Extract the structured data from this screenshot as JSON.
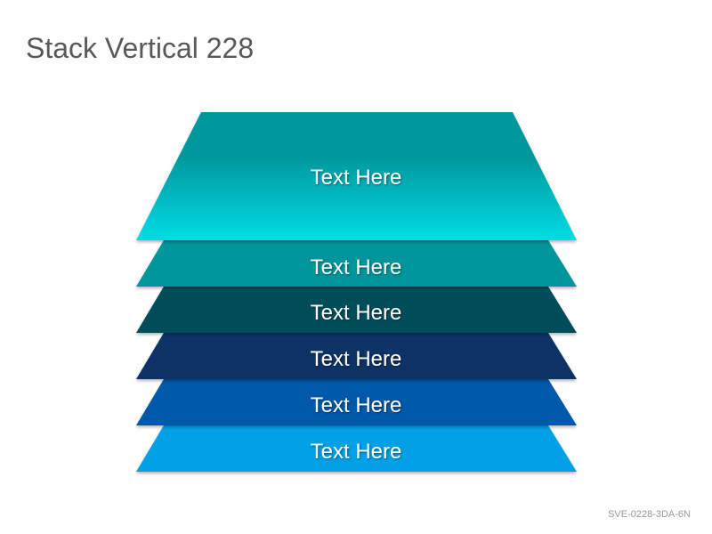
{
  "title": "Stack Vertical 228",
  "code": "SVE-0228-3DA-6N",
  "layers": [
    {
      "label": "Text Here",
      "color_top": "#00989d",
      "color_bottom": "#00dde4"
    },
    {
      "label": "Text Here",
      "color_top": "#00959a",
      "color_bottom": "#00959a"
    },
    {
      "label": "Text Here",
      "color_top": "#004e5a",
      "color_bottom": "#004e5a"
    },
    {
      "label": "Text Here",
      "color_top": "#0b3265",
      "color_bottom": "#0b3265"
    },
    {
      "label": "Text Here",
      "color_top": "#0059aa",
      "color_bottom": "#0059aa"
    },
    {
      "label": "Text Here",
      "color_top": "#00a0e6",
      "color_bottom": "#00a0e6"
    }
  ]
}
